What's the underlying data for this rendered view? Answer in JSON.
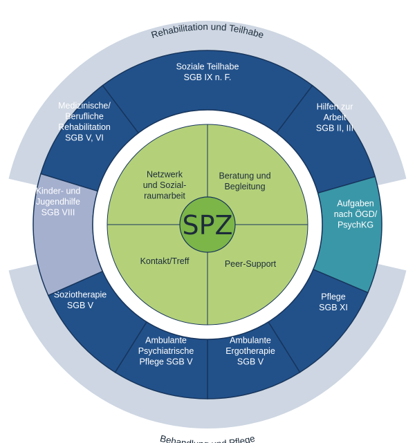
{
  "arcs": {
    "top": "Rehabilitation und Teilhabe",
    "bottom": "Behandlung und Pflege"
  },
  "center": {
    "label": "SPZ"
  },
  "colors": {
    "arc_band": "#cdd6e2",
    "navy": "#22518a",
    "teal": "#3a97a8",
    "lavender": "#a5b0cf",
    "inner_green": "#b4d17a",
    "center_green": "#7cb548",
    "divider": "#17355c",
    "text_dark": "#1c2b3a"
  },
  "outer_segments": [
    {
      "id": "soziale-teilhabe",
      "color": "navy",
      "lines": [
        "Soziale Teilhabe",
        "SGB IX n. F."
      ]
    },
    {
      "id": "hilfen-zur-arbeit",
      "color": "navy",
      "lines": [
        "Hilfen zur",
        "Arbeit",
        "SGB II, III"
      ]
    },
    {
      "id": "aufgaben-oegd",
      "color": "teal",
      "lines": [
        "Aufgaben",
        "nach ÖGD/",
        "PsychKG"
      ]
    },
    {
      "id": "pflege",
      "color": "navy",
      "lines": [
        "Pflege",
        "SGB XI"
      ]
    },
    {
      "id": "ambulante-ergotherapie",
      "color": "navy",
      "lines": [
        "Ambulante",
        "Ergotherapie",
        "SGB V"
      ]
    },
    {
      "id": "ambulante-psychiatrische-pflege",
      "color": "navy",
      "lines": [
        "Ambulante",
        "Psychiatrische",
        "Pflege SGB V"
      ]
    },
    {
      "id": "soziotherapie",
      "color": "navy",
      "lines": [
        "Soziotherapie",
        "SGB V"
      ]
    },
    {
      "id": "kinder-jugendhilfe",
      "color": "lavender",
      "lines": [
        "Kinder- und",
        "Jugendhilfe",
        "SGB VIII"
      ]
    },
    {
      "id": "medizinische-rehabilitation",
      "color": "navy",
      "lines": [
        "Medizinische/",
        "Berufliche",
        "Rehabilitation",
        "SGB V, VI"
      ]
    }
  ],
  "inner_quadrants": [
    {
      "id": "netzwerk",
      "lines": [
        "Netzwerk",
        "und Sozial-",
        "raumarbeit"
      ]
    },
    {
      "id": "beratung",
      "lines": [
        "Beratung und",
        "Begleitung"
      ]
    },
    {
      "id": "kontakt",
      "lines": [
        "Kontakt/Treff"
      ]
    },
    {
      "id": "peer-support",
      "lines": [
        "Peer-Support"
      ]
    }
  ]
}
